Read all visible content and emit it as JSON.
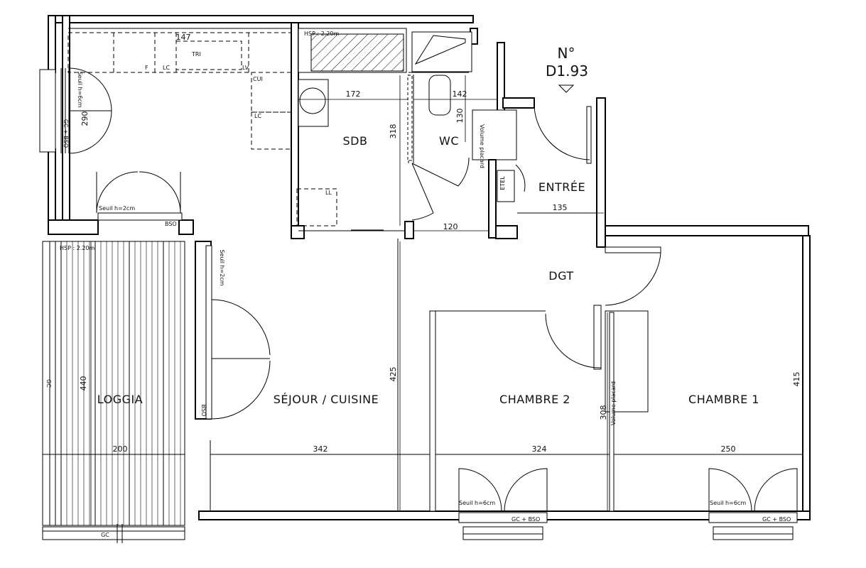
{
  "lot": {
    "label": "N°",
    "number": "D1.93"
  },
  "rooms": {
    "sdb": "SDB",
    "wc": "WC",
    "entree": "ENTRÉE",
    "dgt": "DGT",
    "loggia": "LOGGIA",
    "sejour": "SÉJOUR / CUISINE",
    "chambre2": "CHAMBRE 2",
    "chambre1": "CHAMBRE 1"
  },
  "dimensions": {
    "d172": "172",
    "d142": "142",
    "d318": "318",
    "d130": "130",
    "d290": "290",
    "d135": "135",
    "d120": "120",
    "d440": "440",
    "d425": "425",
    "d415": "415",
    "d308": "308",
    "d200": "200",
    "d342": "342",
    "d324": "324",
    "d250": "250",
    "d147": "147"
  },
  "annotations": {
    "hsp_sdb": "HSP : 2.20m",
    "hsp_loggia": "HSP : 2.20m",
    "tri": "TRI",
    "f": "F",
    "lc1": "LC",
    "lv": "LV",
    "cui": "CUI",
    "lc2": "LC",
    "ll": "LL",
    "volume_placard_wc": "Volume placard",
    "etel": "ETEL",
    "volume_placard_ch": "Volume placard",
    "seuil_kitchen": "Seuil h=6cm",
    "gc_bso_kitchen": "GC + BSO",
    "seuil_loggia_top": "Seuil h=2cm",
    "bso_loggia_top": "BSO",
    "seuil_sejour": "Seuil h=2cm",
    "bso_sejour": "BSO",
    "gc_left": "GC",
    "gc_bottom": "GC",
    "seuil_ch2": "Seuil h=6cm",
    "gc_bso_ch2": "GC + BSO",
    "seuil_ch1": "Seuil h=6cm",
    "gc_bso_ch1": "GC + BSO"
  }
}
